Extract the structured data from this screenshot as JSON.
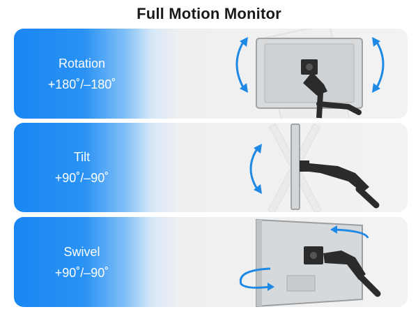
{
  "title": "Full Motion Monitor",
  "features": [
    {
      "name": "Rotation",
      "range": "+180˚/–180˚",
      "icon": "monitor-rotation-illustration"
    },
    {
      "name": "Tilt",
      "range": "+90˚/–90˚",
      "icon": "monitor-tilt-illustration"
    },
    {
      "name": "Swivel",
      "range": "+90˚/–90˚",
      "icon": "monitor-swivel-illustration"
    }
  ],
  "colors": {
    "accent": "#1a86f2",
    "arrow": "#1e88e5",
    "mount": "#2b2b2b",
    "monitor": "#d9dcde"
  }
}
